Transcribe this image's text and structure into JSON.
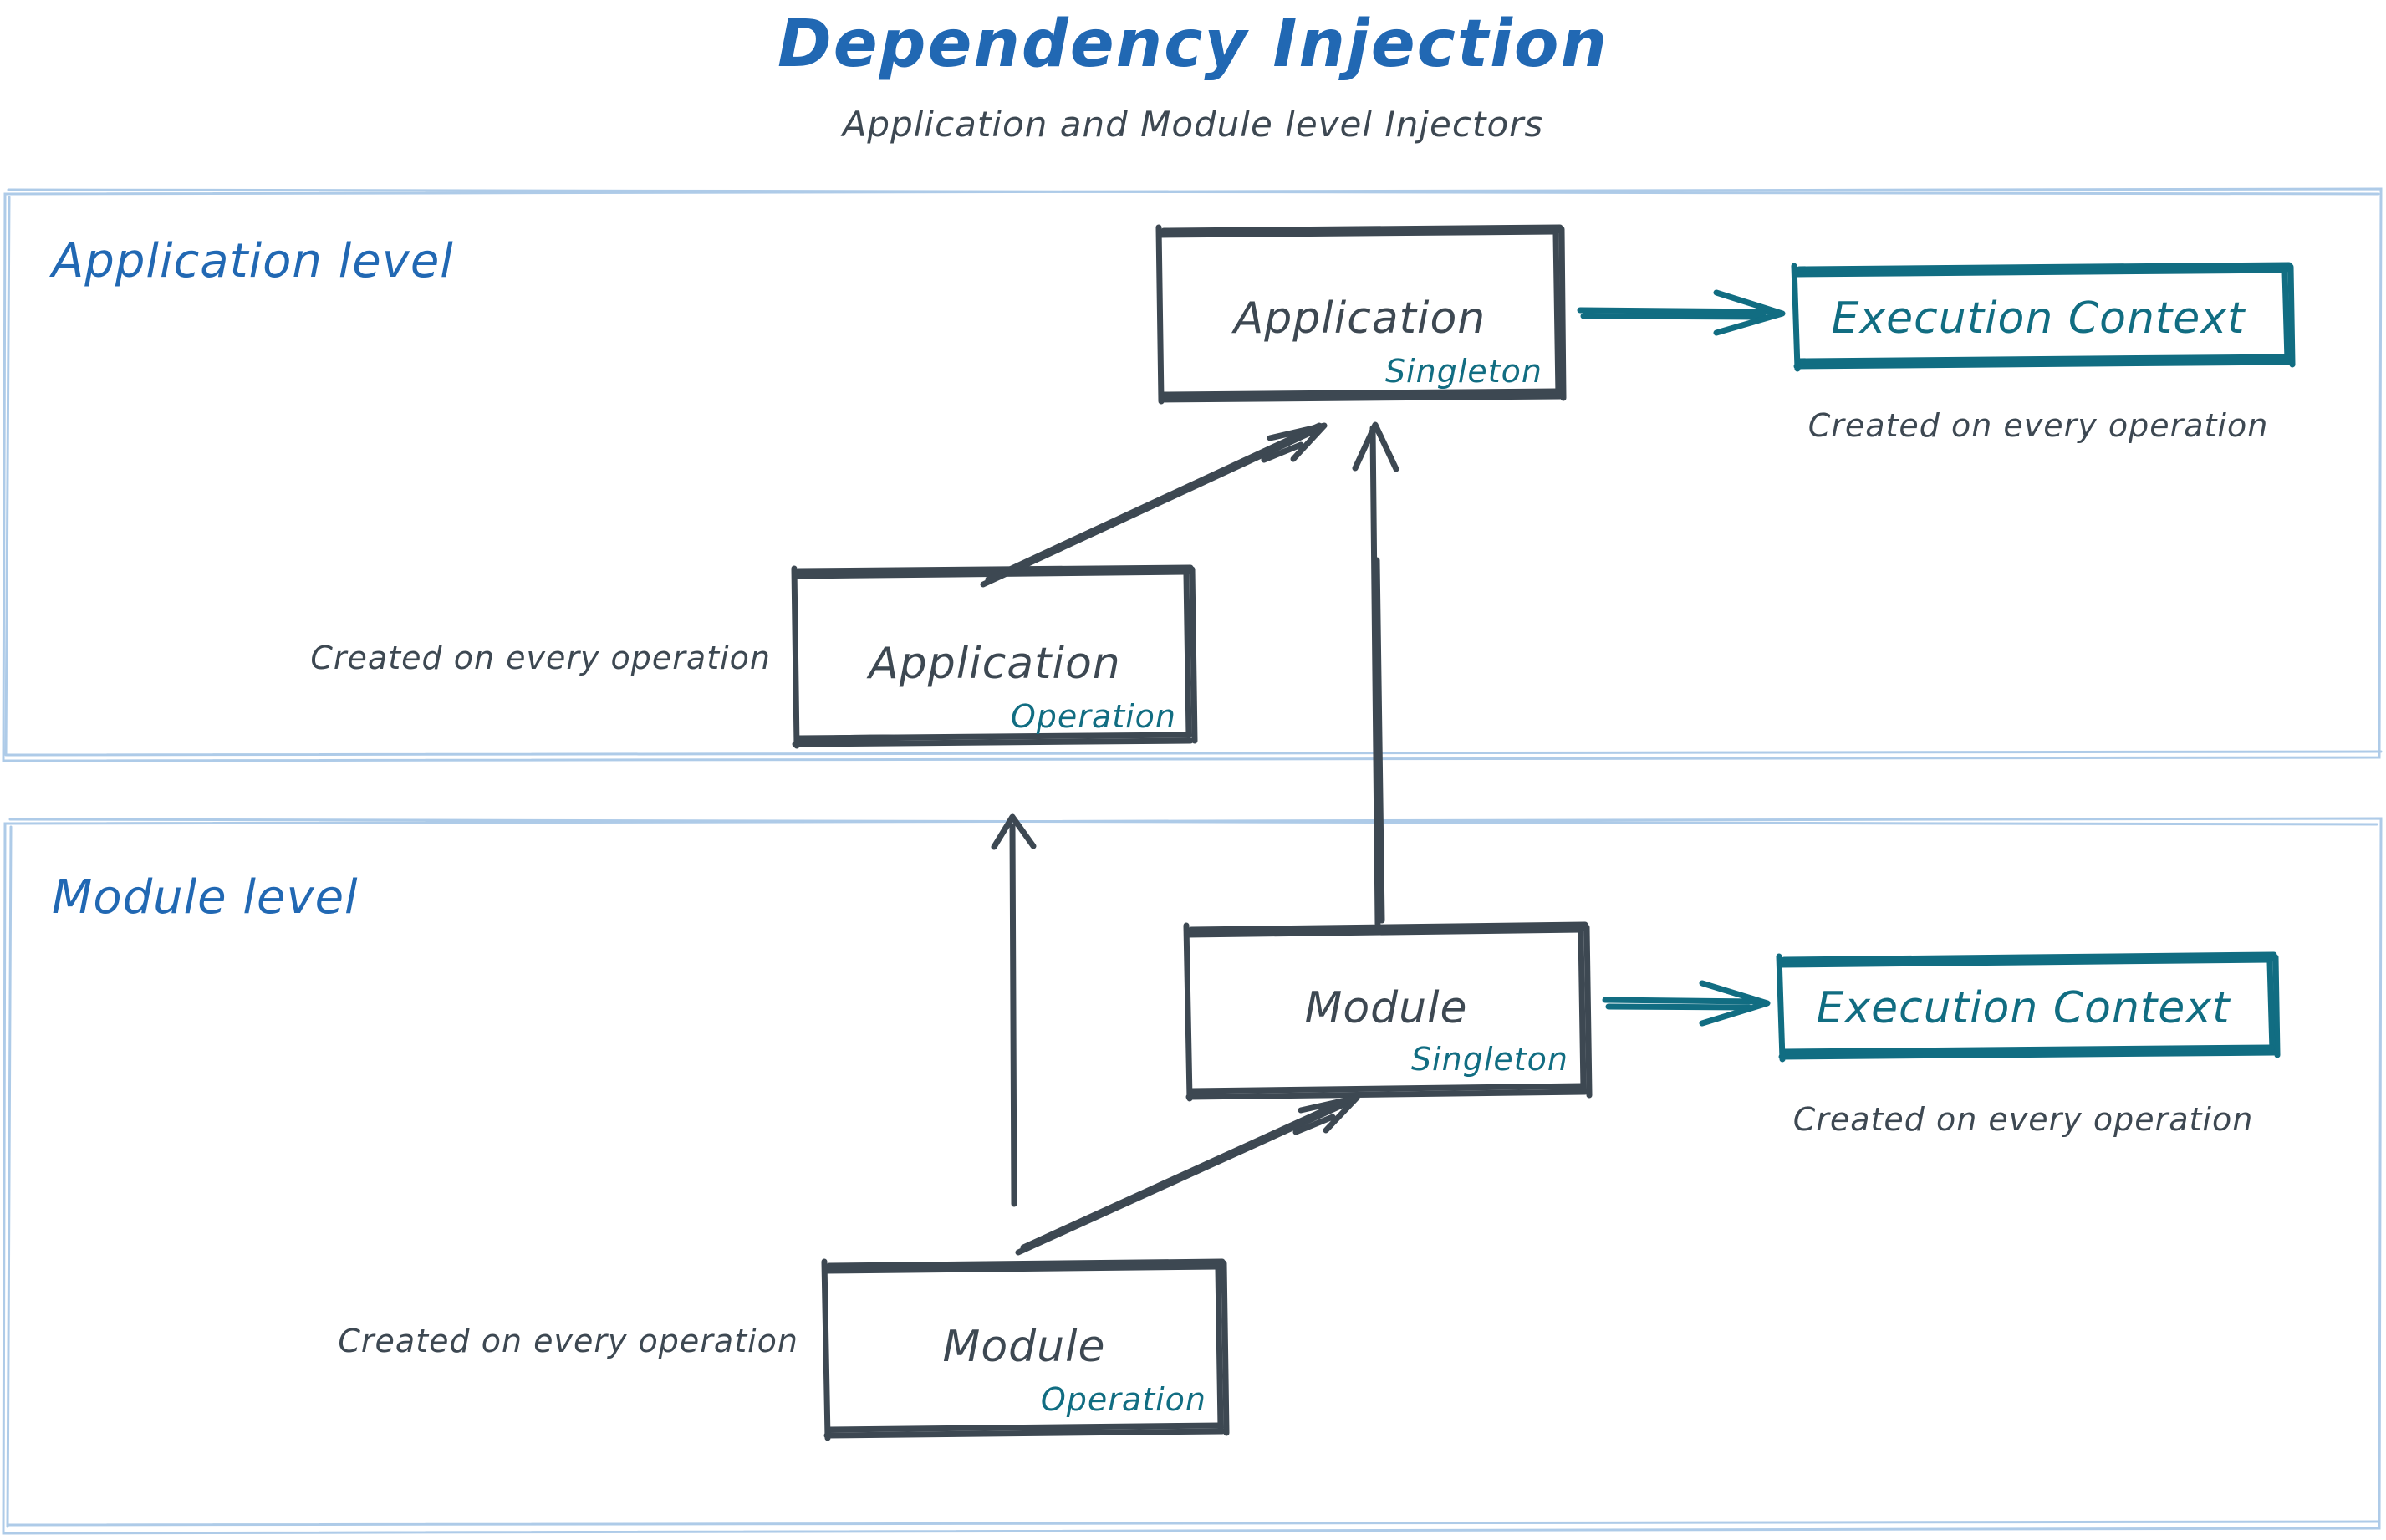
{
  "header": {
    "title": "Dependency Injection",
    "subtitle": "Application and Module level Injectors"
  },
  "colors": {
    "title_blue": "#2168B3",
    "zone_border": "#AECBE8",
    "node_stroke": "#3d4852",
    "teal": "#116D82",
    "text_dark": "#3d4852",
    "background": "#ffffff"
  },
  "zones": [
    {
      "label": "Application level"
    },
    {
      "label": "Module level"
    }
  ],
  "nodes": [
    {
      "title": "Application",
      "badge": "Singleton"
    },
    {
      "title": "Application",
      "badge": "Operation"
    },
    {
      "title": "Module",
      "badge": "Singleton"
    },
    {
      "title": "Module",
      "badge": "Operation"
    }
  ],
  "execution_contexts": [
    {
      "title": "Execution Context",
      "caption": "Created on every operation"
    },
    {
      "title": "Execution Context",
      "caption": "Created on every operation"
    }
  ],
  "captions": {
    "application_operation": "Created on every operation",
    "module_operation": "Created on every operation"
  },
  "edges": [
    {
      "from": "Application (Operation)",
      "to": "Application (Singleton)",
      "style": "double-line-arrow",
      "color": "#3d4852"
    },
    {
      "from": "Module (Singleton)",
      "to": "Application (Singleton)",
      "style": "single-line-arrow",
      "color": "#3d4852"
    },
    {
      "from": "Module (Operation)",
      "to": "Application (Operation)",
      "style": "single-line-arrow",
      "color": "#3d4852"
    },
    {
      "from": "Module (Operation)",
      "to": "Module (Singleton)",
      "style": "double-line-arrow",
      "color": "#3d4852"
    },
    {
      "from": "Application (Singleton)",
      "to": "Execution Context (app)",
      "style": "double-line-arrow",
      "color": "#116D82"
    },
    {
      "from": "Module (Singleton)",
      "to": "Execution Context (mod)",
      "style": "double-line-arrow",
      "color": "#116D82"
    }
  ]
}
